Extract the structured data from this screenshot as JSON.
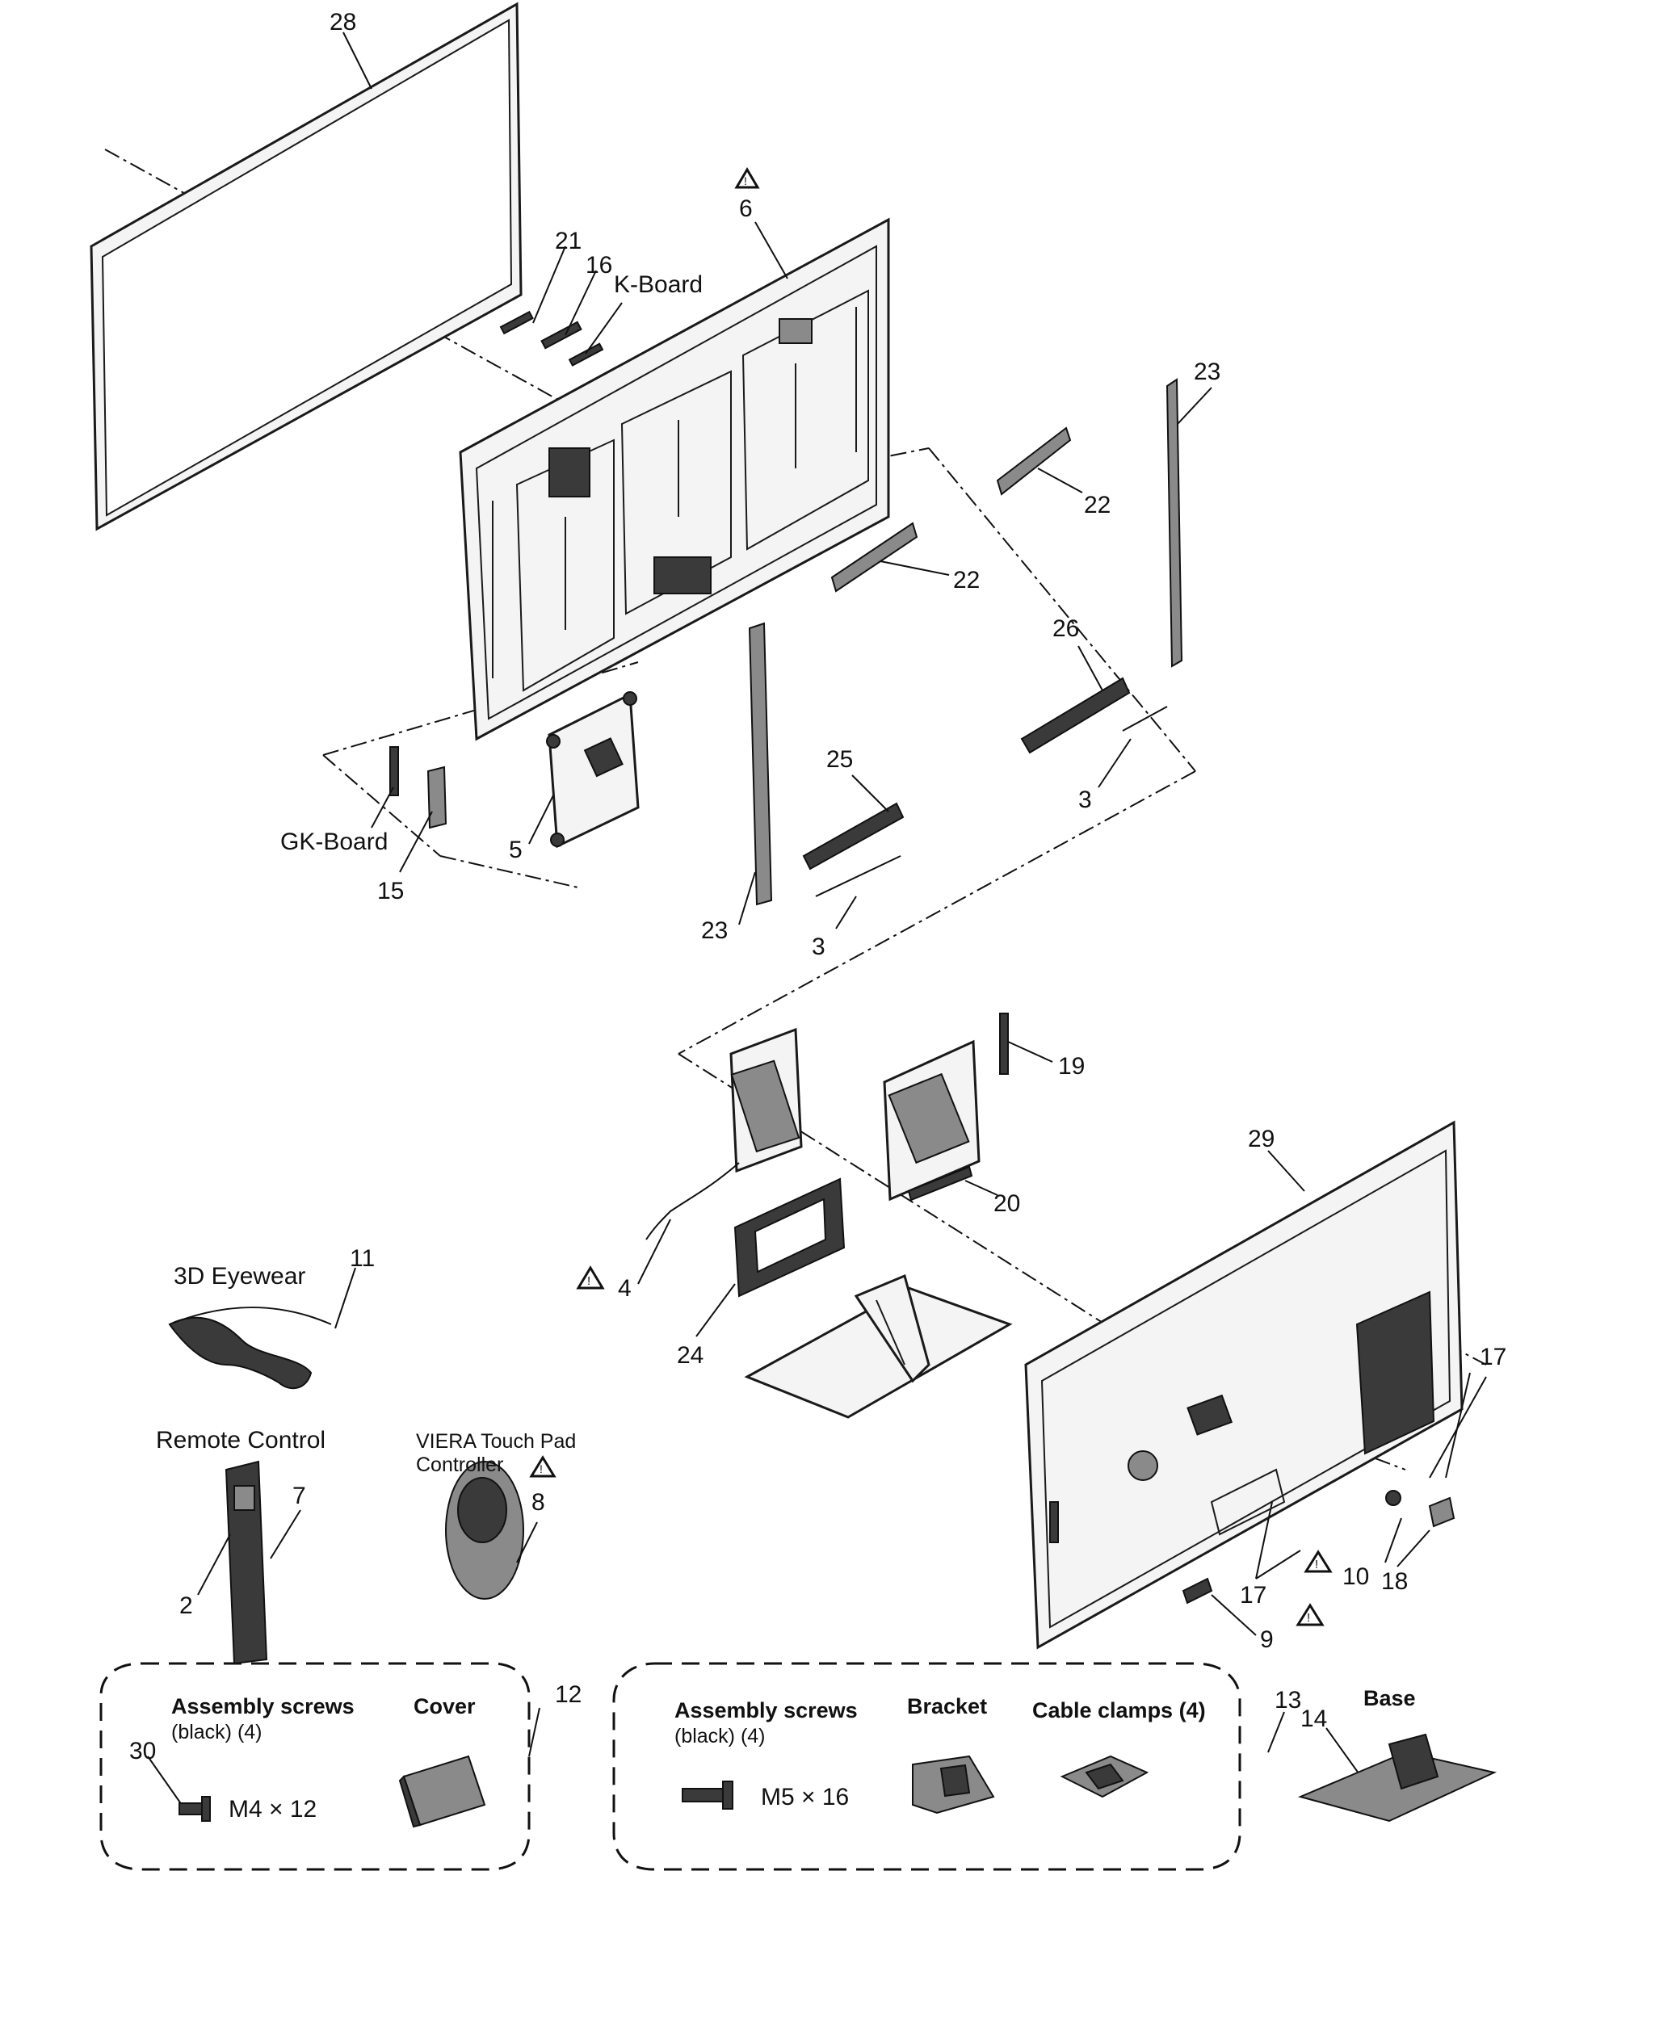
{
  "labels": {
    "n28": "28",
    "n6": "6",
    "n21": "21",
    "n16": "16",
    "k_board": "K-Board",
    "n23a": "23",
    "n22a": "22",
    "n22b": "22",
    "n26": "26",
    "n3a": "3",
    "n25": "25",
    "n3b": "3",
    "n23b": "23",
    "gk_board": "GK-Board",
    "n15": "15",
    "n5": "5",
    "n19": "19",
    "n29": "29",
    "n20": "20",
    "n4": "4",
    "n24": "24",
    "n17a": "17",
    "n17b": "17",
    "n10": "10",
    "n18": "18",
    "n9": "9",
    "eyewear": "3D Eyewear",
    "n11": "11",
    "remote": "Remote Control",
    "touchpad_line1": "VIERA Touch Pad",
    "touchpad_line2": "Controller",
    "n8": "8",
    "n2": "2",
    "n7": "7",
    "n12": "12",
    "n13": "13",
    "n14": "14",
    "n30": "30",
    "kit12_screws": "Assembly screws",
    "kit12_screws_sub": "(black) (4)",
    "kit12_cover": "Cover",
    "kit12_size": "M4 × 12",
    "kit13_screws": "Assembly screws",
    "kit13_screws_sub": "(black) (4)",
    "kit13_bracket": "Bracket",
    "kit13_clamps": "Cable clamps (4)",
    "kit13_size": "M5 × 16",
    "base": "Base"
  }
}
